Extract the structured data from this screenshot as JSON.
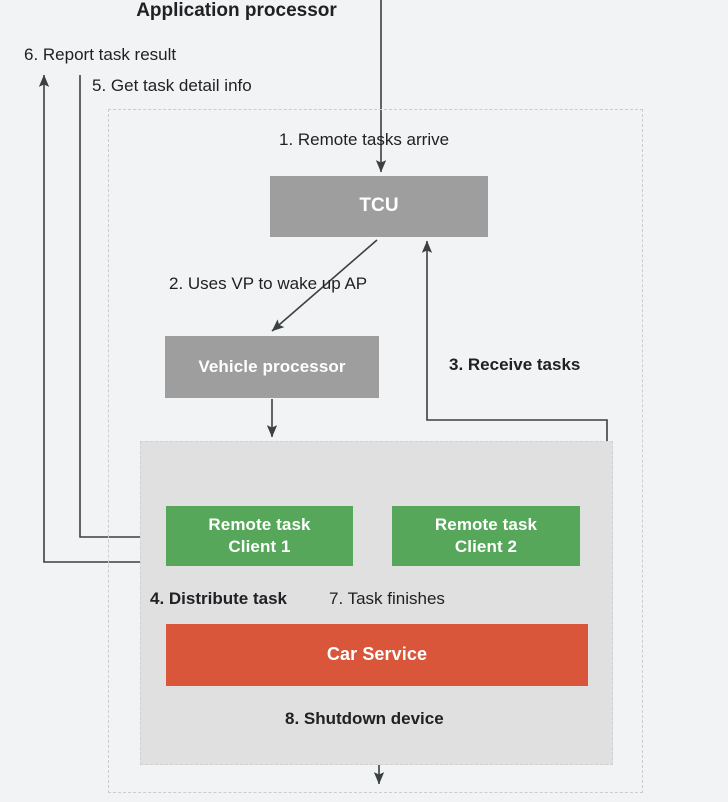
{
  "diagram": {
    "title": "Remote task flow between TCU, Vehicle processor and Application processor",
    "background_color": "#f1f3f4",
    "colors": {
      "gray_node": "#9e9e9e",
      "green_node": "#57a75b",
      "red_node": "#d9563b",
      "ap_region": "#e0e0e0",
      "edge": "#3c4043",
      "text": "#202124",
      "dashed_border": "#c9ccd1"
    }
  },
  "nodes": {
    "tcu": {
      "label": "TCU",
      "color": "#9e9e9e"
    },
    "vehicle_processor": {
      "label": "Vehicle processor",
      "color": "#9e9e9e"
    },
    "application_processor": {
      "label": "Application processor",
      "color": "#e0e0e0"
    },
    "remote_task_client_1": {
      "label": "Remote task\nClient  1",
      "line1": "Remote task",
      "line2": "Client  1",
      "color": "#57a75b"
    },
    "remote_task_client_2": {
      "label": "Remote task\nClient 2",
      "line1": "Remote task",
      "line2": "Client 2",
      "color": "#57a75b"
    },
    "car_service": {
      "label": "Car Service",
      "color": "#d9563b"
    }
  },
  "edge_labels": {
    "step1": "1. Remote tasks arrive",
    "step2": "2. Uses VP to wake up AP",
    "step3": "3. Receive tasks",
    "step4": "4. Distribute task",
    "step5": "5. Get task detail info",
    "step6": "6. Report task result",
    "step7": "7. Task finishes",
    "step8": "8. Shutdown device"
  },
  "edge_label_styles": {
    "step1": "regular",
    "step2": "regular",
    "step3": "bold",
    "step4": "bold",
    "step5": "regular",
    "step6": "regular",
    "step7": "regular",
    "step8": "bold"
  }
}
